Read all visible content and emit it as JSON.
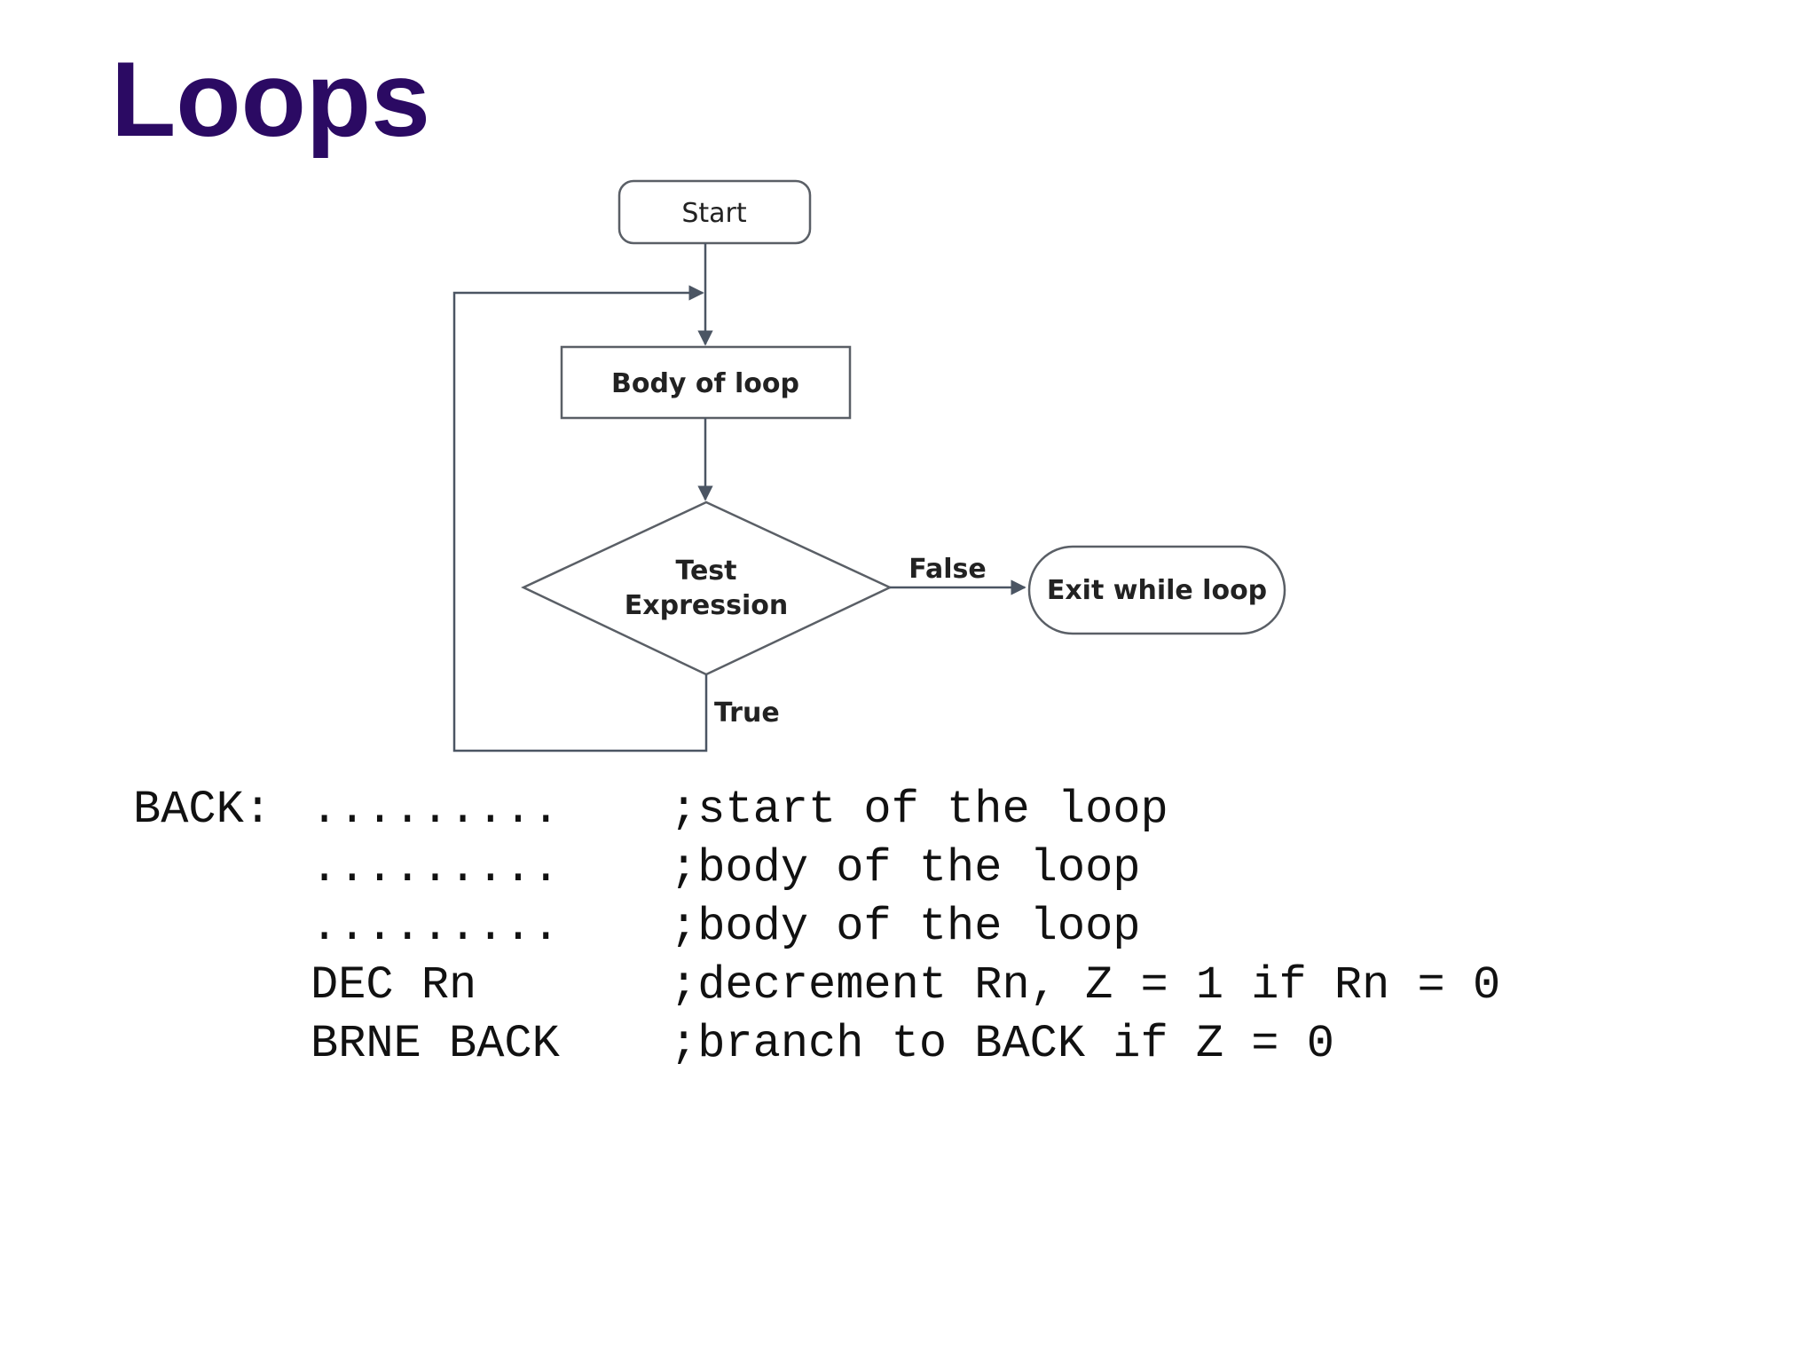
{
  "title": "Loops",
  "flowchart": {
    "start": "Start",
    "body": "Body of loop",
    "test_line1": "Test",
    "test_line2": "Expression",
    "false_label": "False",
    "true_label": "True",
    "exit": "Exit while loop"
  },
  "code": [
    {
      "label": "BACK:",
      "instr": ".........",
      "comment": ";start of the loop"
    },
    {
      "label": "",
      "instr": ".........",
      "comment": ";body of the loop"
    },
    {
      "label": "",
      "instr": ".........",
      "comment": ";body of the loop"
    },
    {
      "label": "",
      "instr": "DEC Rn",
      "comment": ";decrement Rn, Z = 1 if Rn = 0"
    },
    {
      "label": "",
      "instr": "BRNE BACK",
      "comment": ";branch to BACK if Z = 0"
    }
  ]
}
